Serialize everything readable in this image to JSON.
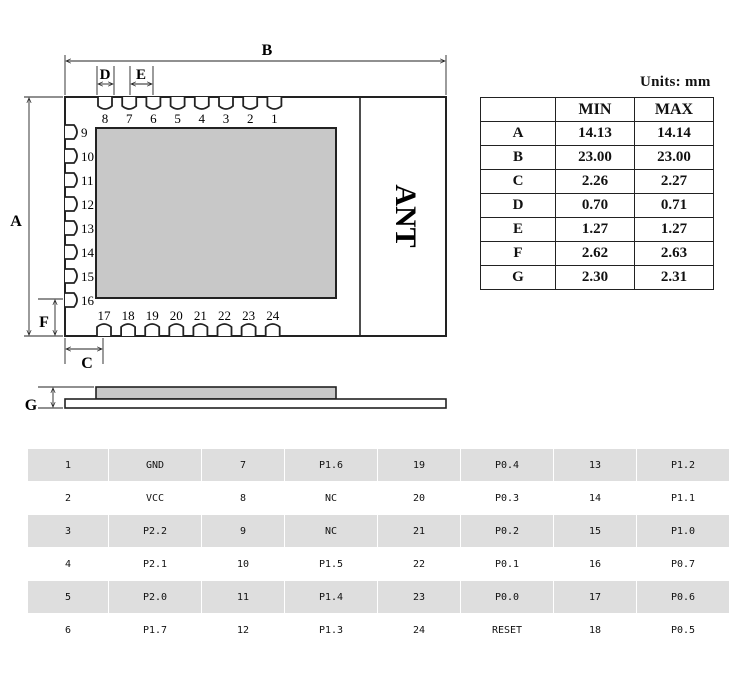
{
  "drawing": {
    "dim_labels": {
      "A": "A",
      "B": "B",
      "C": "C",
      "D": "D",
      "E": "E",
      "F": "F",
      "G": "G"
    },
    "antenna_label": "ANT",
    "top_pins": [
      "8",
      "7",
      "6",
      "5",
      "4",
      "3",
      "2",
      "1"
    ],
    "left_pins": [
      "9",
      "10",
      "11",
      "12",
      "13",
      "14",
      "15",
      "16"
    ],
    "bottom_pins": [
      "17",
      "18",
      "19",
      "20",
      "21",
      "22",
      "23",
      "24"
    ],
    "colors": {
      "line": "#222222",
      "shield": "#c8c8c8",
      "profile": "#c8c8c8"
    }
  },
  "dimensions": {
    "units": "Units: mm",
    "header": [
      "",
      "MIN",
      "MAX"
    ],
    "rows": [
      [
        "A",
        "14.13",
        "14.14"
      ],
      [
        "B",
        "23.00",
        "23.00"
      ],
      [
        "C",
        "2.26",
        "2.27"
      ],
      [
        "D",
        "0.70",
        "0.71"
      ],
      [
        "E",
        "1.27",
        "1.27"
      ],
      [
        "F",
        "2.62",
        "2.63"
      ],
      [
        "G",
        "2.30",
        "2.31"
      ]
    ]
  },
  "pinout": {
    "rows": [
      [
        "1",
        "GND",
        "7",
        "P1.6",
        "19",
        "P0.4",
        "13",
        "P1.2"
      ],
      [
        "2",
        "VCC",
        "8",
        "NC",
        "20",
        "P0.3",
        "14",
        "P1.1"
      ],
      [
        "3",
        "P2.2",
        "9",
        "NC",
        "21",
        "P0.2",
        "15",
        "P1.0"
      ],
      [
        "4",
        "P2.1",
        "10",
        "P1.5",
        "22",
        "P0.1",
        "16",
        "P0.7"
      ],
      [
        "5",
        "P2.0",
        "11",
        "P1.4",
        "23",
        "P0.0",
        "17",
        "P0.6"
      ],
      [
        "6",
        "P1.7",
        "12",
        "P1.3",
        "24",
        "RESET",
        "18",
        "P0.5"
      ]
    ],
    "shade_color": "#dedede"
  }
}
